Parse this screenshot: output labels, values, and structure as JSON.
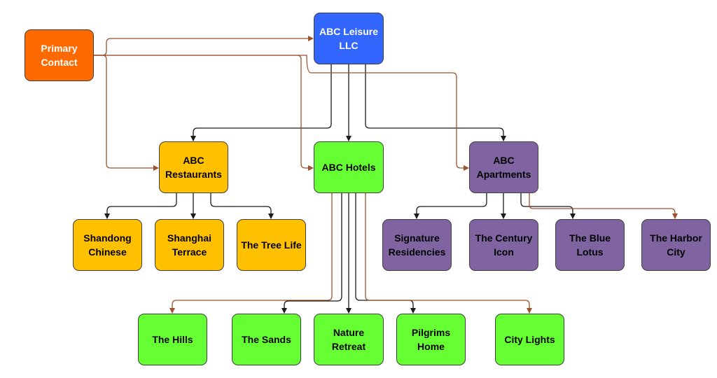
{
  "diagram": {
    "colors": {
      "primary_contact": "#ff6a00",
      "company": "#3366ff",
      "restaurants": "#ffc000",
      "hotels": "#66ff33",
      "apartments": "#8064a2",
      "connector_dark": "#1a1a1a",
      "connector_brown": "#a0522d"
    },
    "nodes": {
      "primary_contact": "Primary\nContact",
      "abc_leisure": "ABC Leisure\nLLC",
      "abc_restaurants": "ABC\nRestaurants",
      "abc_hotels": "ABC Hotels",
      "abc_apartments": "ABC\nApartments",
      "shandong_chinese": "Shandong\nChinese",
      "shanghai_terrace": "Shanghai\nTerrace",
      "the_tree_life": "The Tree Life",
      "signature_residencies": "Signature\nResidencies",
      "the_century_icon": "The Century\nIcon",
      "the_blue_lotus": "The Blue\nLotus",
      "the_harbor_city": "The Harbor\nCity",
      "the_hills": "The Hills",
      "the_sands": "The Sands",
      "nature_retreat": "Nature\nRetreat",
      "pilgrims_home": "Pilgrims\nHome",
      "city_lights": "City Lights"
    },
    "edges": [
      {
        "from": "abc_leisure",
        "to": "abc_restaurants",
        "style": "dark"
      },
      {
        "from": "abc_leisure",
        "to": "abc_hotels",
        "style": "dark"
      },
      {
        "from": "abc_leisure",
        "to": "abc_apartments",
        "style": "dark"
      },
      {
        "from": "primary_contact",
        "to": "abc_leisure",
        "style": "brown"
      },
      {
        "from": "primary_contact",
        "to": "abc_restaurants",
        "style": "brown"
      },
      {
        "from": "primary_contact",
        "to": "abc_hotels",
        "style": "brown"
      },
      {
        "from": "primary_contact",
        "to": "abc_apartments",
        "style": "brown"
      },
      {
        "from": "abc_restaurants",
        "to": "shandong_chinese",
        "style": "dark"
      },
      {
        "from": "abc_restaurants",
        "to": "shanghai_terrace",
        "style": "dark"
      },
      {
        "from": "abc_restaurants",
        "to": "the_tree_life",
        "style": "dark"
      },
      {
        "from": "abc_apartments",
        "to": "signature_residencies",
        "style": "dark"
      },
      {
        "from": "abc_apartments",
        "to": "the_century_icon",
        "style": "dark"
      },
      {
        "from": "abc_apartments",
        "to": "the_blue_lotus",
        "style": "dark"
      },
      {
        "from": "abc_apartments",
        "to": "the_harbor_city",
        "style": "brown"
      },
      {
        "from": "abc_hotels",
        "to": "the_hills",
        "style": "brown"
      },
      {
        "from": "abc_hotels",
        "to": "the_sands",
        "style": "dark"
      },
      {
        "from": "abc_hotels",
        "to": "nature_retreat",
        "style": "dark"
      },
      {
        "from": "abc_hotels",
        "to": "pilgrims_home",
        "style": "dark"
      },
      {
        "from": "abc_hotels",
        "to": "city_lights",
        "style": "brown"
      }
    ]
  }
}
